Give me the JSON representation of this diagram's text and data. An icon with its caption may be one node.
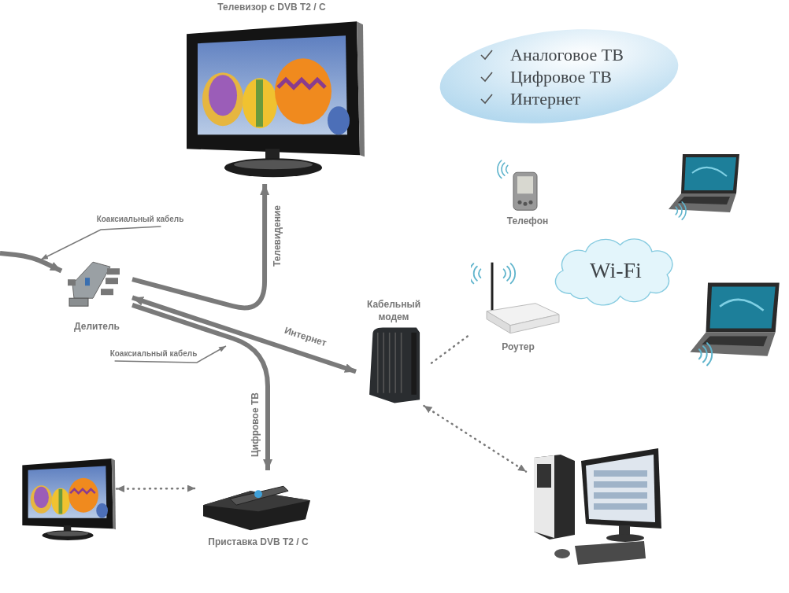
{
  "diagram": {
    "nodes": [
      {
        "text": [
          "Телевизор с DVB T2 / C"
        ]
      },
      {
        "text": [
          "Аналоговое ТВ",
          "Цифровое ТВ",
          "Интернет"
        ]
      },
      {
        "text": [
          "Телефон"
        ]
      },
      {
        "text": [],
        "shape": "picture"
      },
      {
        "text": [
          "Коаксиальный кабель"
        ]
      },
      {
        "text": [
          "Делитель"
        ]
      },
      {
        "text": [
          "Wi-Fi"
        ]
      },
      {
        "text": [
          "Роутер"
        ]
      },
      {
        "text": [
          "Кабельный модем"
        ]
      },
      {
        "text": [],
        "shape": "picture"
      },
      {
        "text": [
          "Коаксиальный кабель"
        ]
      },
      {
        "text": [],
        "shape": "picture"
      },
      {
        "text": [
          "Приставка DVB T2 / C"
        ]
      },
      {
        "text": [],
        "shape": "picture"
      }
    ],
    "edges": [
      {
        "from": null,
        "to": 5,
        "arrow": "to",
        "style": "thick"
      },
      {
        "from": 5,
        "to": 0,
        "arrow": "to",
        "style": "thick",
        "label": "Телевидение"
      },
      {
        "from": 5,
        "to": 8,
        "arrow": "both",
        "style": "thick",
        "label": "Интернет"
      },
      {
        "from": 5,
        "to": 12,
        "arrow": "to",
        "style": "thick",
        "label": "Цифровое ТВ"
      },
      {
        "from": 8,
        "to": 7,
        "arrow": "none",
        "style": "dashed"
      },
      {
        "from": 8,
        "to": 13,
        "arrow": "both",
        "style": "dashed"
      },
      {
        "from": 11,
        "to": 12,
        "arrow": "both",
        "style": "dashed"
      },
      {
        "from": 4,
        "to": null,
        "arrow": "to"
      },
      {
        "from": 10,
        "to": null,
        "arrow": "to"
      }
    ]
  }
}
